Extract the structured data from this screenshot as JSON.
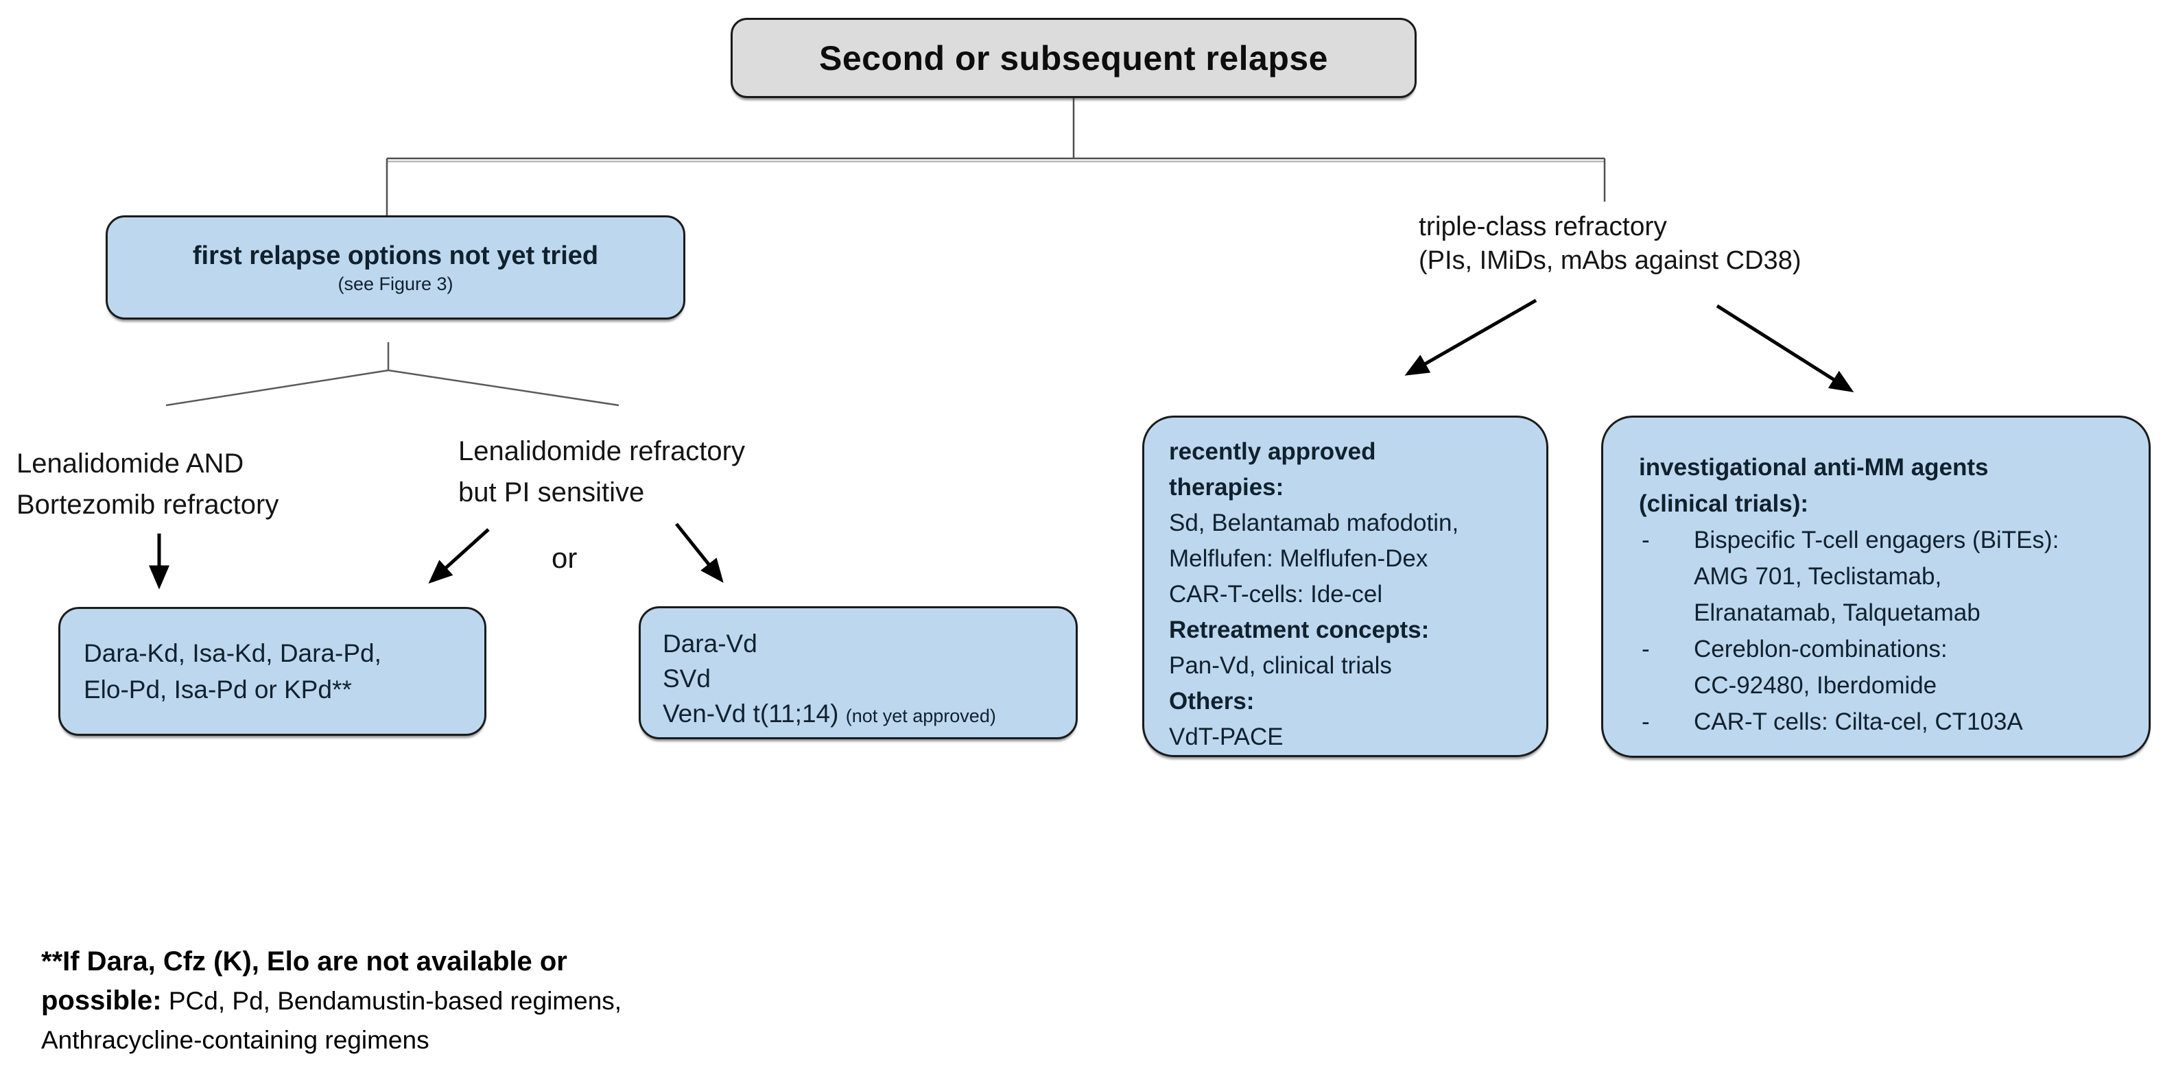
{
  "root_label": "Second or subsequent relapse",
  "left_branch": {
    "options_box": {
      "title": "first relapse options not yet tried",
      "note": "(see Figure 3)"
    },
    "condition_a": [
      "Lenalidomide AND",
      "Bortezomib refractory"
    ],
    "condition_b": [
      "Lenalidomide refractory",
      "but PI sensitive"
    ],
    "or_label": "or",
    "regimen_box_a": [
      "Dara-Kd, Isa-Kd, Dara-Pd,",
      "Elo-Pd, Isa-Pd or KPd**"
    ],
    "regimen_box_b": {
      "lines": [
        "Dara-Vd",
        "SVd",
        "Ven-Vd t(11;14)"
      ],
      "note": "(not yet approved)"
    }
  },
  "right_branch": {
    "label": "triple-class refractory",
    "label_note": "(PIs, IMiDs, mAbs against CD38)",
    "approved_box": {
      "heading_line1": "recently approved",
      "heading_line2": "therapies:",
      "item1": "Sd, Belantamab mafodotin,",
      "item2": "Melflufen: Melflufen-Dex",
      "item3": "CAR-T-cells: Ide-cel",
      "heading2": "Retreatment concepts:",
      "item4": "Pan-Vd, clinical trials",
      "heading3": "Others:",
      "item5": "VdT-PACE"
    },
    "investigational_box": {
      "heading_line1": "investigational anti-MM agents",
      "heading_line2": "(clinical trials):",
      "bullet": "-",
      "b1_line1": "Bispecific T-cell engagers (BiTEs):",
      "b1_line2": "AMG 701, Teclistamab,",
      "b1_line3": "Elranatamab, Talquetamab",
      "b2_line1": "Cereblon-combinations:",
      "b2_line2": "CC-92480, Iberdomide",
      "b3_line1": "CAR-T cells: Cilta-cel, CT103A"
    }
  },
  "footnote": {
    "line1_bold": "**If Dara, Cfz (K), Elo are not available or",
    "line2_bold": "possible:",
    "line2_rest": " PCd, Pd, Bendamustin-based regimens,",
    "line3": "Anthracycline-containing regimens"
  },
  "colors": {
    "node_blue": "#BDD7EE",
    "node_gray": "#DCDCDC",
    "node_border": "#1B1B1B",
    "connector_gray": "#4F4F4F",
    "arrow_black": "#000000",
    "text_dark": "#10212E"
  }
}
